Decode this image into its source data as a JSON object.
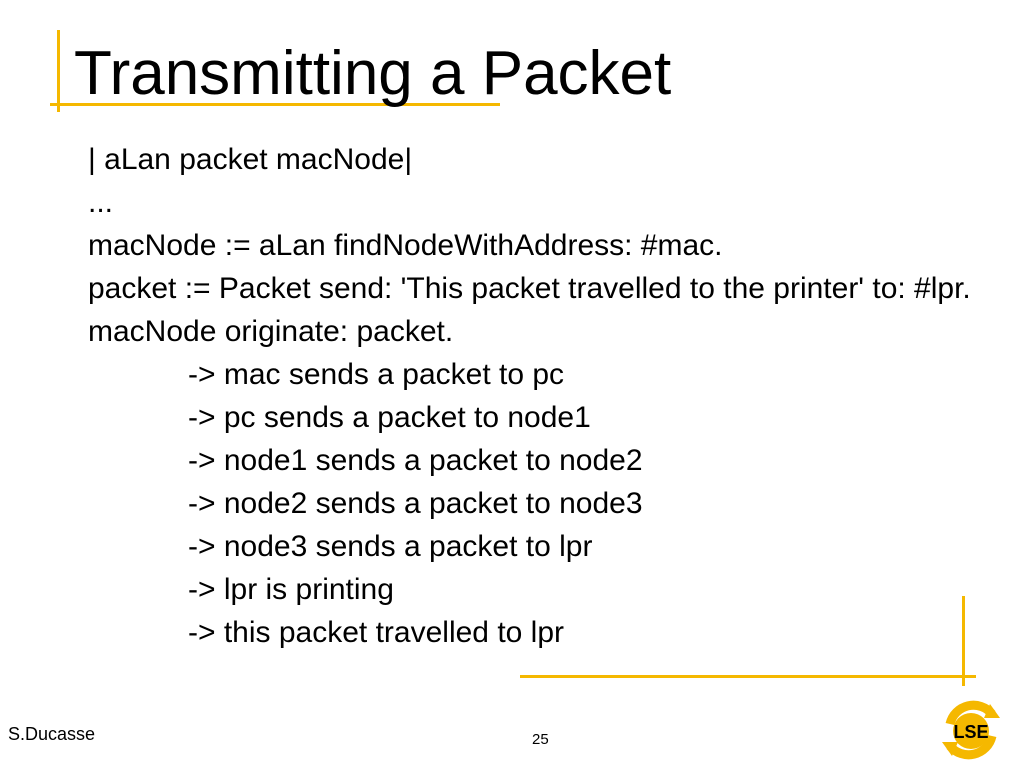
{
  "slide": {
    "title": "Transmitting a Packet",
    "lines": [
      "| aLan packet macNode|",
      "...",
      "macNode := aLan findNodeWithAddress: #mac.",
      "packet := Packet send: 'This packet travelled to the printer' to: #lpr.",
      "macNode originate: packet."
    ],
    "output": [
      "-> mac sends a packet to pc",
      "-> pc sends a packet to node1",
      "-> node1 sends a packet to node2",
      "-> node2 sends a packet to node3",
      "-> node3 sends a packet to lpr",
      "-> lpr is printing",
      "-> this packet travelled to lpr"
    ]
  },
  "footer": {
    "author": "S.Ducasse",
    "page_number": "25",
    "logo_text": "LSE"
  },
  "colors": {
    "accent": "#f5b800",
    "text": "#000000",
    "background": "#ffffff"
  }
}
